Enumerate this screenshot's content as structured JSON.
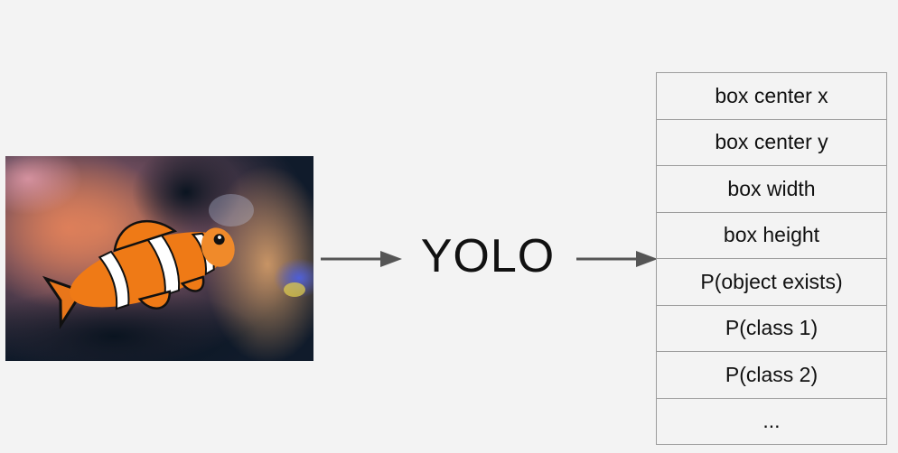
{
  "input_image": {
    "description_icon": "clownfish-photo-icon"
  },
  "model": {
    "label": "YOLO"
  },
  "output": {
    "rows": [
      "box center x",
      "box center y",
      "box width",
      "box height",
      "P(object exists)",
      "P(class 1)",
      "P(class 2)",
      "..."
    ]
  },
  "colors": {
    "background": "#f3f3f3",
    "arrow": "#555555",
    "table_border": "#9c9c9c",
    "text": "#111111"
  }
}
